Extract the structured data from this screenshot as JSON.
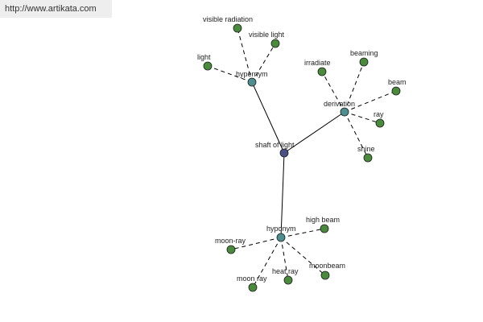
{
  "source_url": "http://www.artikata.com",
  "colors": {
    "root": "#4a4f86",
    "relation": "#4e8e8e",
    "leaf": "#4a8a3c",
    "edge": "#000000",
    "node_stroke": "#1e1e1e"
  },
  "graph": {
    "root": "shaft of light",
    "relations": [
      {
        "label": "hypernym",
        "leaves": [
          "visible radiation",
          "visible light",
          "light"
        ]
      },
      {
        "label": "derivation",
        "leaves": [
          "irradiate",
          "beaming",
          "beam",
          "ray",
          "shine"
        ]
      },
      {
        "label": "hyponym",
        "leaves": [
          "high beam",
          "moon-ray",
          "moon ray",
          "heat ray",
          "moonbeam"
        ]
      }
    ]
  }
}
